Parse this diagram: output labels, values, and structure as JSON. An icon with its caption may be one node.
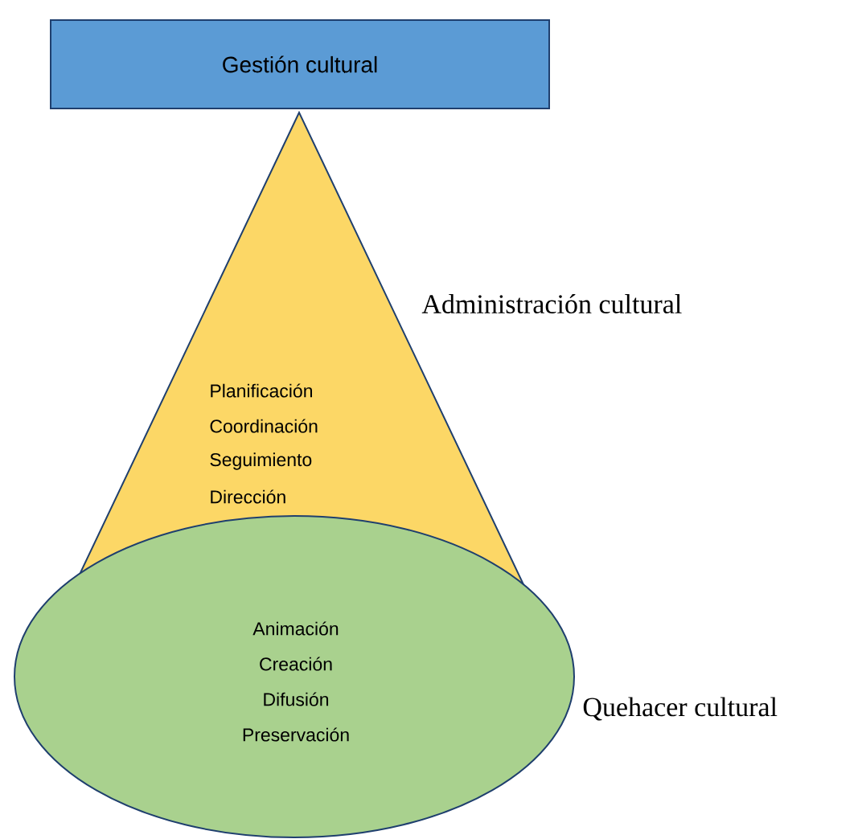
{
  "diagram": {
    "nodes": [
      {
        "text": [
          "Gestión cultural"
        ]
      },
      {
        "text": [
          "Planificación",
          "Coordinación",
          "Seguimiento",
          "Dirección"
        ],
        "beside": [
          "Administración cultural"
        ]
      },
      {
        "text": [
          "Animación",
          "Creación",
          "Difusión",
          "Preservación"
        ],
        "beside": [
          "Quehacer cultural"
        ]
      }
    ]
  }
}
